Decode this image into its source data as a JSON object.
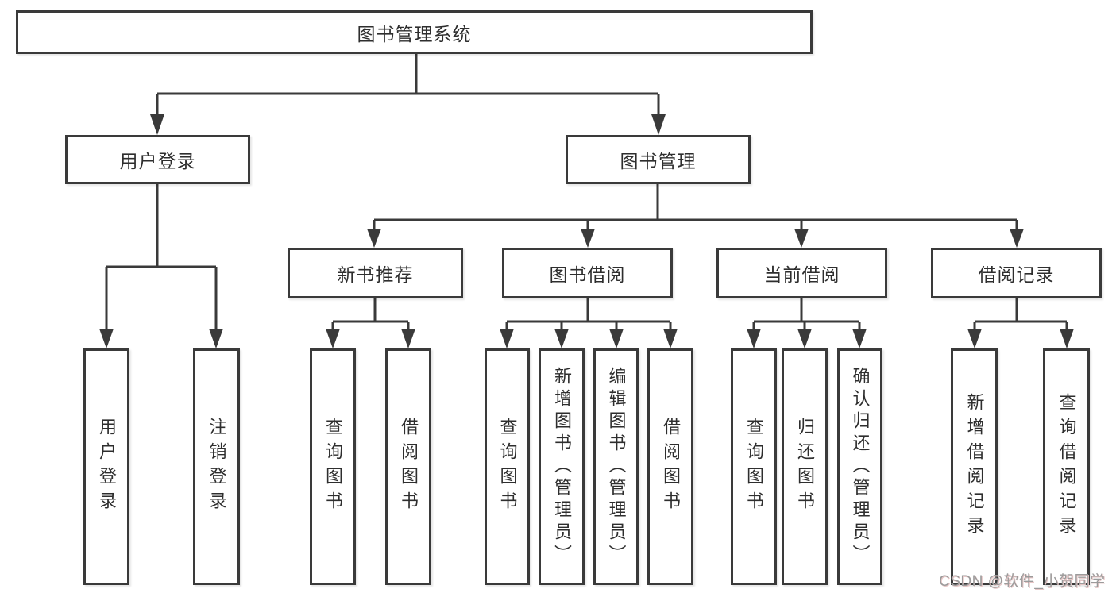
{
  "diagram": {
    "root_label": "图书管理系统",
    "branches": [
      {
        "label": "用户登录",
        "children": [
          "用户登录",
          "注销登录"
        ]
      },
      {
        "label": "图书管理",
        "sections": [
          {
            "label": "新书推荐",
            "children": [
              "查询图书",
              "借阅图书"
            ]
          },
          {
            "label": "图书借阅",
            "children": [
              "查询图书",
              "新增图书（管理员）",
              "编辑图书（管理员）",
              "借阅图书"
            ]
          },
          {
            "label": "当前借阅",
            "children": [
              "查询图书",
              "归还图书",
              "确认归还（管理员）"
            ]
          },
          {
            "label": "借阅记录",
            "children": [
              "新增借阅记录",
              "查询借阅记录"
            ]
          }
        ]
      }
    ]
  },
  "watermark": {
    "text": "CSDN @软件_小贺同学"
  },
  "colors": {
    "line": "#3a3a3a",
    "box_border": "#3a3a3a",
    "box_fill": "#ffffff",
    "text": "#2e2e2e",
    "background": "#ffffff",
    "watermark": "#9b9b9b"
  }
}
